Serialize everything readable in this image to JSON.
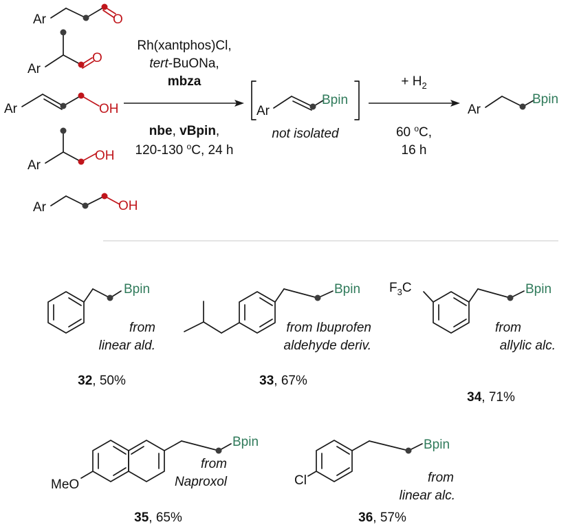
{
  "colors": {
    "bond": "#1a1a1a",
    "red": "#c0151b",
    "boron": "#2f7a5a",
    "dot": "#3d3d3d",
    "divider": "#e4e4e4"
  },
  "substrates": {
    "ar": "Ar",
    "o": "O",
    "oh": "OH"
  },
  "conditions": {
    "cat": "Rh(xantphos)Cl,",
    "base_italic": "tert",
    "base_rest": "-BuONa,",
    "mbza": "mbza",
    "nbe": "nbe",
    "comma": ", ",
    "vbpin": "vBpin",
    "trailing_comma": ",",
    "temp": "120-130 ",
    "deg": "o",
    "temp_rest": "C, 24 h"
  },
  "intermediate": {
    "ar": "Ar",
    "bpin": "Bpin",
    "note": "not isolated"
  },
  "hydrogenation": {
    "h2_plus": "+ H",
    "h2_sub": "2",
    "temp": "60 ",
    "deg": "o",
    "temp_rest": "C,",
    "time": "16 h"
  },
  "product": {
    "ar": "Ar",
    "bpin": "Bpin"
  },
  "examples": [
    {
      "num": "32",
      "yield": ", 50%",
      "from1": "from",
      "from2": "linear ald.",
      "bpin": "Bpin"
    },
    {
      "num": "33",
      "yield": ", 67%",
      "from1": "from Ibuprofen",
      "from2": "aldehyde deriv.",
      "bpin": "Bpin"
    },
    {
      "num": "34",
      "yield": ", 71%",
      "from1": "from",
      "from2": "allylic alc.",
      "bpin": "Bpin",
      "sub_f": "F",
      "sub_3": "3",
      "sub_c": "C"
    },
    {
      "num": "35",
      "yield": ", 65%",
      "from1": "from",
      "from2": "Naproxol",
      "bpin": "Bpin",
      "sub": "MeO"
    },
    {
      "num": "36",
      "yield": ", 57%",
      "from1": "from",
      "from2": "linear alc.",
      "bpin": "Bpin",
      "sub": "Cl"
    }
  ]
}
